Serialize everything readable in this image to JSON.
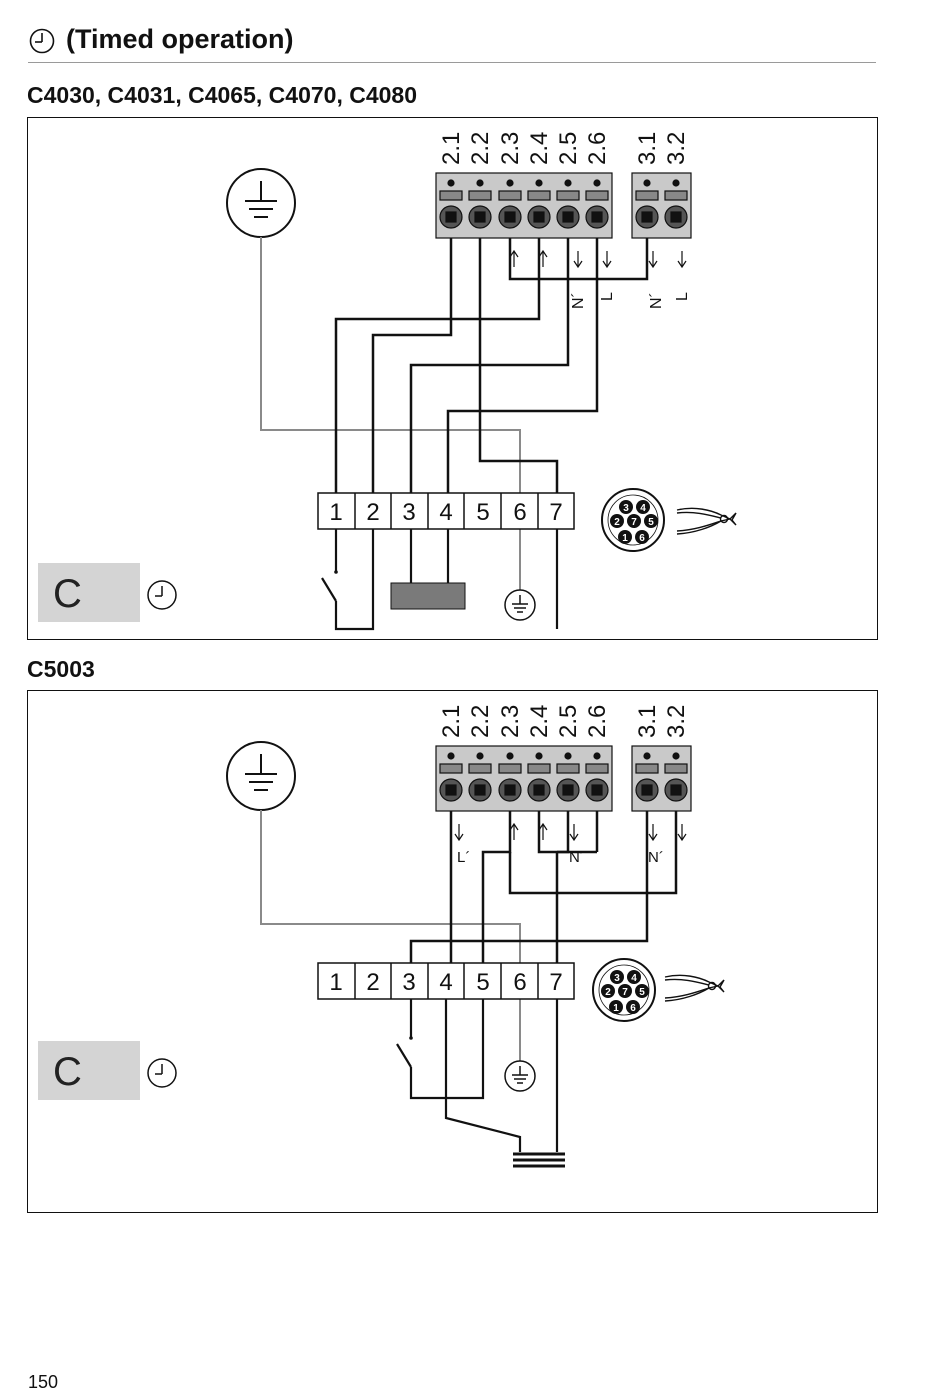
{
  "header": {
    "title": "(Timed operation)",
    "icon": "clock-icon"
  },
  "sections": [
    {
      "heading": "C4030, C4031, C4065, C4070, C4080",
      "terminals_top": [
        "2.1",
        "2.2",
        "2.3",
        "2.4",
        "2.5",
        "2.6",
        "3.1",
        "3.2"
      ],
      "terminals_bottom": [
        "1",
        "2",
        "3",
        "4",
        "5",
        "6",
        "7"
      ],
      "wire_labels": [
        "N´",
        "L",
        "N´",
        "L"
      ],
      "plug_pins": [
        "3",
        "4",
        "2",
        "7",
        "5",
        "1",
        "6"
      ],
      "option_letter": "C"
    },
    {
      "heading": "C5003",
      "terminals_top": [
        "2.1",
        "2.2",
        "2.3",
        "2.4",
        "2.5",
        "2.6",
        "3.1",
        "3.2"
      ],
      "terminals_bottom": [
        "1",
        "2",
        "3",
        "4",
        "5",
        "6",
        "7"
      ],
      "wire_labels": [
        "L´",
        "N´",
        "N´"
      ],
      "plug_pins": [
        "3",
        "4",
        "2",
        "7",
        "5",
        "1",
        "6"
      ],
      "option_letter": "C"
    }
  ],
  "footer": {
    "page_number": "150"
  }
}
